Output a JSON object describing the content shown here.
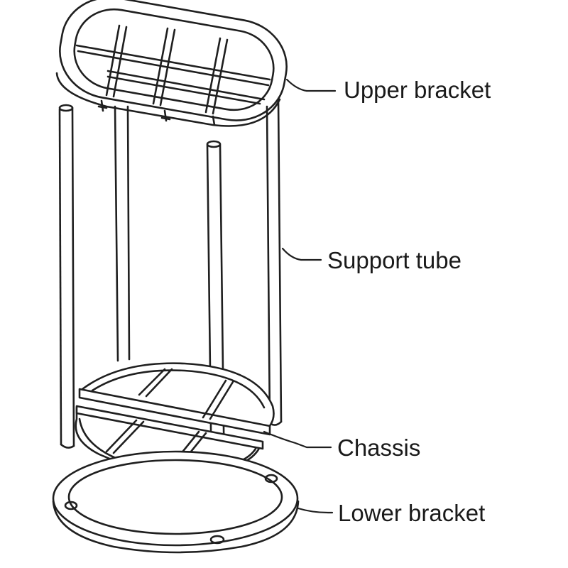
{
  "labels": {
    "upper_bracket": "Upper bracket",
    "support_tube": "Support tube",
    "chassis": "Chassis",
    "lower_bracket": "Lower bracket"
  },
  "colors": {
    "line": "#1f1f1f",
    "background": "#ffffff"
  }
}
